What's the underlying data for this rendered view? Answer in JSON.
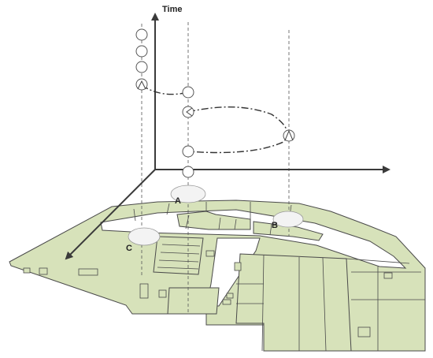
{
  "axis": {
    "time_label": "Time"
  },
  "locations": {
    "a": "A",
    "b": "B",
    "c": "C"
  },
  "colors": {
    "floor": "#d7e2ba",
    "outline": "#4a4a4a",
    "axis": "#3a3a3a",
    "ellipse": "#f3f3f3"
  }
}
